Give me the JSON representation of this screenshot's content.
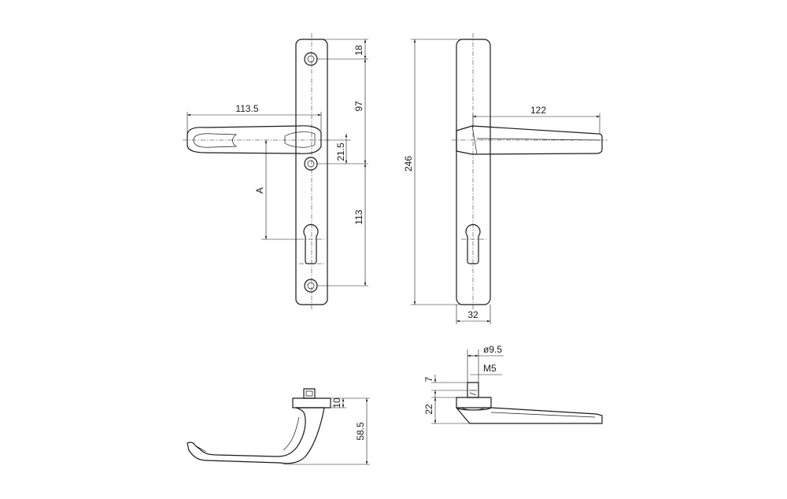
{
  "drawing": {
    "front_view": {
      "handle_length": "113.5",
      "top_screw_offset": "18",
      "spindle_from_top_screw": "97",
      "spindle_to_screw": "21.5",
      "screw_to_screw_lower": "113",
      "backset_label": "A"
    },
    "side_view": {
      "overall_height": "246",
      "handle_projection": "122",
      "plate_width": "32"
    },
    "bottom_left_view": {
      "rose_height": "10",
      "handle_projection": "58.5"
    },
    "bottom_right_view": {
      "spindle_diameter": "ø9.5",
      "thread": "M5",
      "spindle_height": "7",
      "plate_thickness": "22"
    }
  }
}
